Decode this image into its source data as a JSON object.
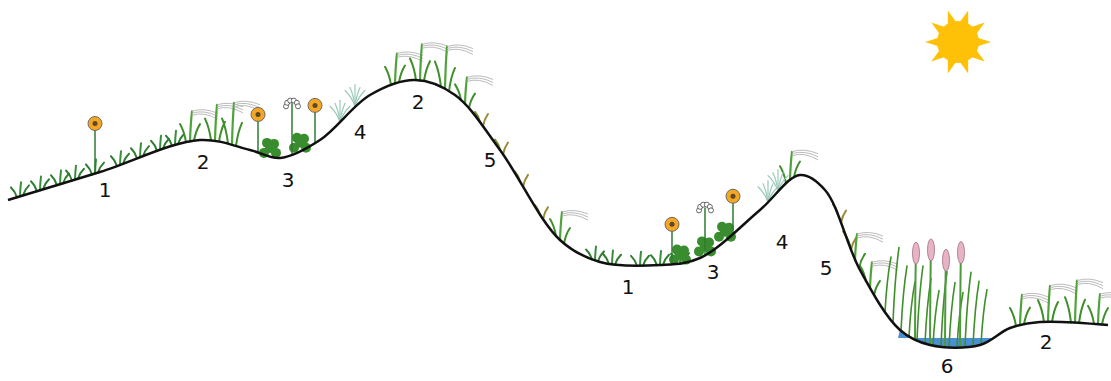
{
  "diagram": {
    "labels": [
      "1",
      "2",
      "3",
      "4",
      "2",
      "5",
      "1",
      "3",
      "4",
      "5",
      "6",
      "2"
    ]
  }
}
